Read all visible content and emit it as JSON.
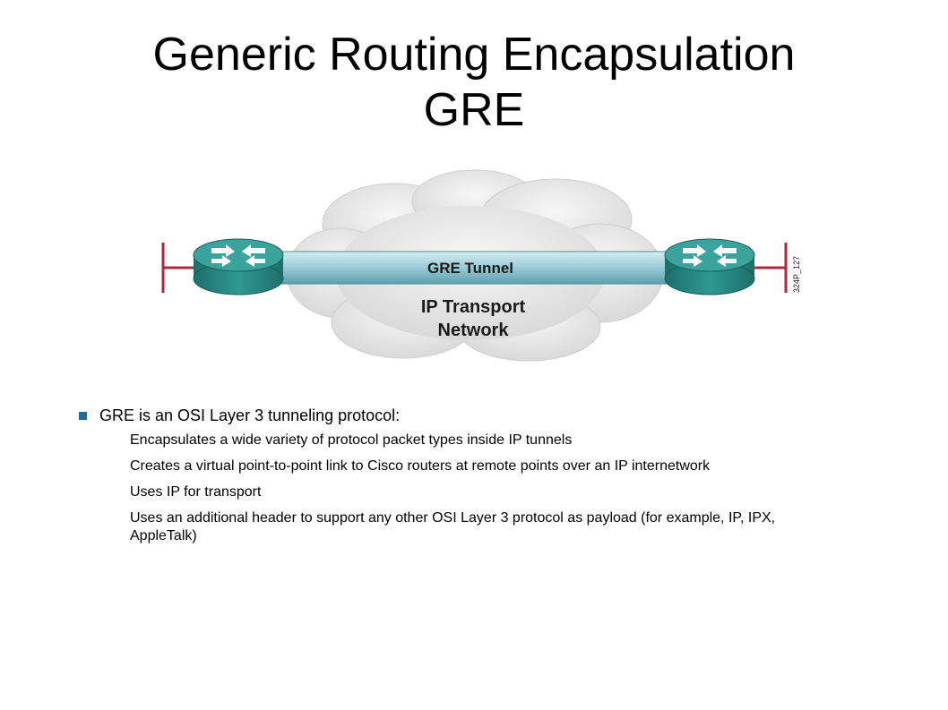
{
  "slide": {
    "title_line1": "Generic Routing Encapsulation",
    "title_line2": "GRE"
  },
  "diagram": {
    "tunnel_label": "GRE Tunnel",
    "cloud_label_line1": "IP Transport",
    "cloud_label_line2": "Network",
    "figure_id": "324P_127",
    "colors": {
      "router": "#2a8f8a",
      "tunnel": "#8ec3d1",
      "cloud": "#e6e6e6",
      "link": "#b0283c"
    }
  },
  "bullets": {
    "main": "GRE is an OSI Layer 3 tunneling protocol:",
    "sub": [
      "Encapsulates a wide variety of protocol packet types inside IP tunnels",
      "Creates a virtual point-to-point link to Cisco routers at remote points over an IP internetwork",
      "Uses IP for transport",
      "Uses an additional header to support any other OSI Layer 3 protocol as payload (for example, IP, IPX, AppleTalk)"
    ]
  }
}
